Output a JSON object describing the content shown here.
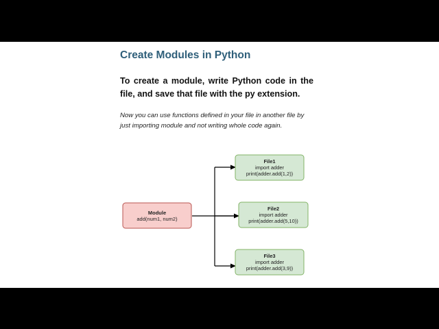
{
  "slide": {
    "title": "Create Modules in Python",
    "lead": "To create a module, write Python code in the file, and save that file with the py extension.",
    "note": "Now you can use functions defined in your file in another file by just importing module and not writing whole code again."
  },
  "diagram": {
    "module": {
      "title": "Module",
      "signature": "add(num1, num2)",
      "fill": "#f8cecc",
      "stroke": "#b85450"
    },
    "files": [
      {
        "title": "File1",
        "line1": "import adder",
        "line2": "print(adder.add(1,2))"
      },
      {
        "title": "File2",
        "line1": "import adder",
        "line2": "print(adder.add(5,10))"
      },
      {
        "title": "File3",
        "line1": "import adder",
        "line2": "print(adder.add(3,9))"
      }
    ],
    "file_fill": "#d5e8d4",
    "file_stroke": "#82b366",
    "connector_color": "#000000"
  }
}
